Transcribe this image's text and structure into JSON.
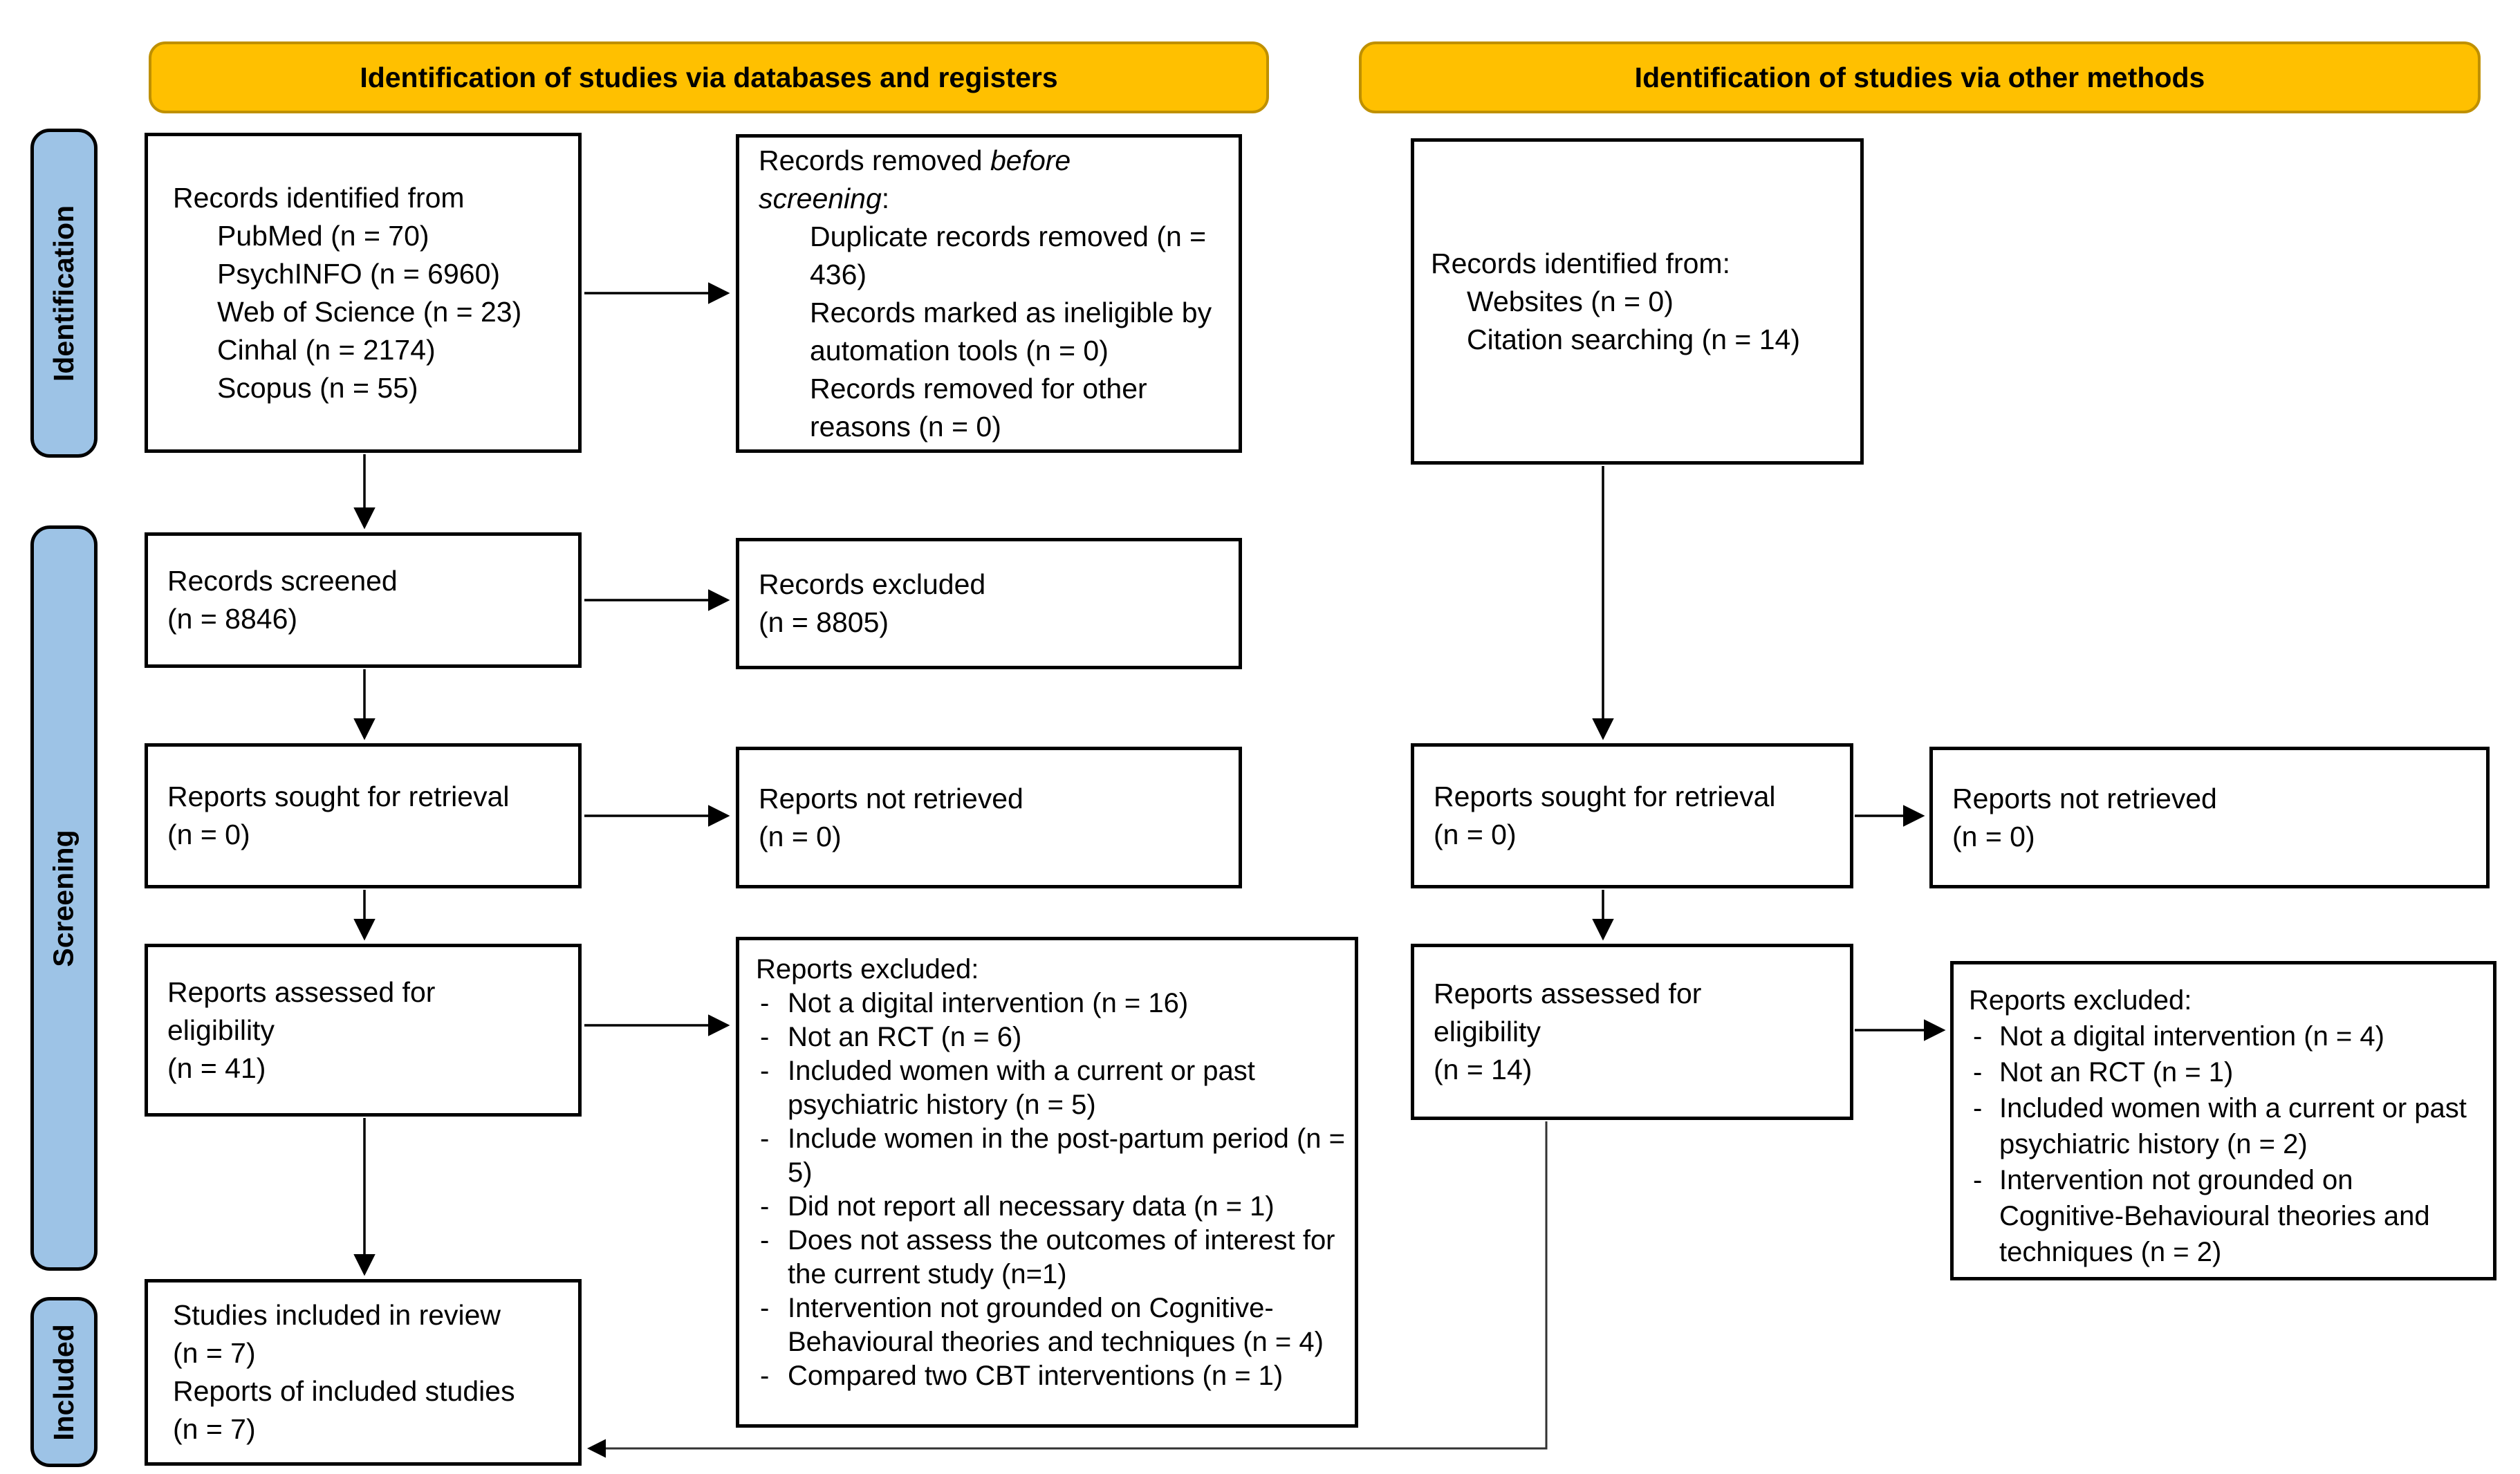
{
  "colors": {
    "header_bg": "#FFC000",
    "header_border": "#BF9000",
    "sidebar_bg": "#9DC3E6",
    "line": "#000000"
  },
  "headers": {
    "left": "Identification of studies via databases and registers",
    "right": "Identification of studies via other methods"
  },
  "sidebar": {
    "identification": "Identification",
    "screening": "Screening",
    "included": "Included"
  },
  "boxes": {
    "records_identified_db": {
      "title": "Records identified from",
      "items": [
        "PubMed (n = 70)",
        "PsychINFO (n = 6960)",
        "Web of Science (n = 23)",
        "Cinhal (n = 2174)",
        "Scopus (n = 55)"
      ]
    },
    "records_removed": {
      "title_normal": "Records removed ",
      "title_italic": "before screening",
      "title_colon": ":",
      "items": [
        "Duplicate records removed (n = 436)",
        "Records marked as ineligible by automation tools (n = 0)",
        "Records removed for other reasons (n = 0)"
      ]
    },
    "records_screened": {
      "lines": [
        "Records screened",
        "(n = 8846)"
      ]
    },
    "records_excluded": {
      "lines": [
        "Records excluded",
        "(n = 8805)"
      ]
    },
    "reports_sought_db": {
      "lines": [
        "Reports sought for retrieval",
        "(n = 0)"
      ]
    },
    "reports_not_retrieved_db": {
      "lines": [
        "Reports not retrieved",
        "(n = 0)"
      ]
    },
    "reports_assessed_db": {
      "lines": [
        "Reports assessed for",
        "eligibility",
        "(n = 41)"
      ]
    },
    "reports_excluded_db": {
      "title": "Reports excluded:",
      "items": [
        "Not a digital intervention (n = 16)",
        "Not an RCT (n = 6)",
        "Included women with a current or past psychiatric history (n = 5)",
        "Include women in the post-partum period (n = 5)",
        "Did not report all necessary data (n = 1)",
        "Does not assess the outcomes of interest for the current study (n=1)",
        "Intervention not grounded on Cognitive-Behavioural theories and techniques (n = 4)",
        "Compared two CBT interventions (n = 1)"
      ]
    },
    "studies_included": {
      "lines": [
        "Studies included in review",
        "(n = 7)",
        "Reports of included studies",
        "(n = 7)"
      ]
    },
    "records_identified_other": {
      "title": "Records identified from:",
      "items": [
        "Websites (n = 0)",
        "Citation searching (n = 14)"
      ]
    },
    "reports_sought_other": {
      "lines": [
        "Reports sought for retrieval",
        "(n = 0)"
      ]
    },
    "reports_not_retrieved_other": {
      "lines": [
        "Reports not retrieved",
        "(n = 0)"
      ]
    },
    "reports_assessed_other": {
      "lines": [
        "Reports assessed for",
        "eligibility",
        "(n = 14)"
      ]
    },
    "reports_excluded_other": {
      "title": "Reports excluded:",
      "items": [
        "Not a digital intervention (n = 4)",
        "Not an RCT (n = 1)",
        "Included women with a current or past psychiatric history (n = 2)",
        "Intervention not grounded on Cognitive-Behavioural theories and techniques (n = 2)"
      ]
    }
  }
}
